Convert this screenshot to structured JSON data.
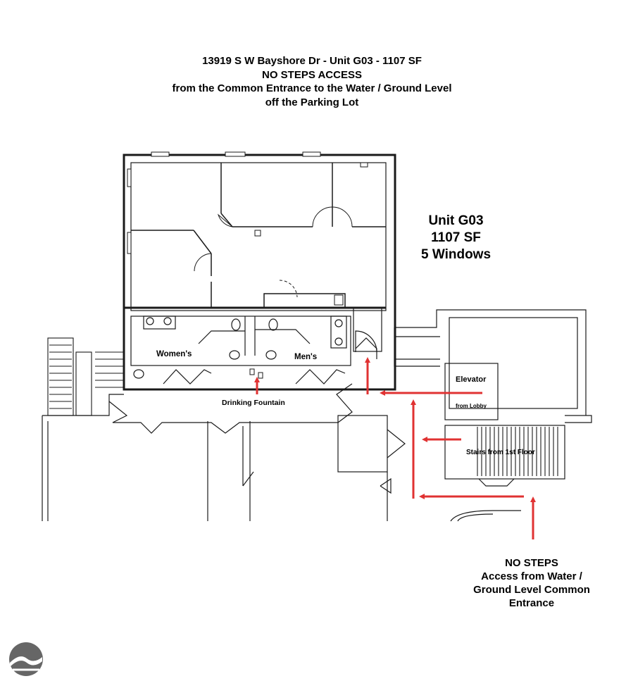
{
  "header": {
    "line1": "13919 S W Bayshore Dr - Unit G03 - 1107 SF",
    "line2": "NO STEPS ACCESS",
    "line3": "from the Common Entrance to the Water / Ground Level",
    "line4": "off the Parking Lot"
  },
  "unit": {
    "name": "Unit G03",
    "size": "1107 SF",
    "windows": "5 Windows"
  },
  "rooms": {
    "womens": "Women's",
    "mens": "Men's",
    "fountain": "Drinking Fountain",
    "elevator": "Elevator",
    "elevator_sub": "from Lobby",
    "stairs": "Stairs from 1st Floor"
  },
  "access_note": {
    "line1": "NO STEPS",
    "line2": "Access from Water /",
    "line3": "Ground Level Common",
    "line4": "Entrance"
  },
  "colors": {
    "arrow": "#e03232",
    "wall": "#1a1a1a",
    "logo": "#666666"
  },
  "logo_icon": "sunset-hill-logo-icon"
}
